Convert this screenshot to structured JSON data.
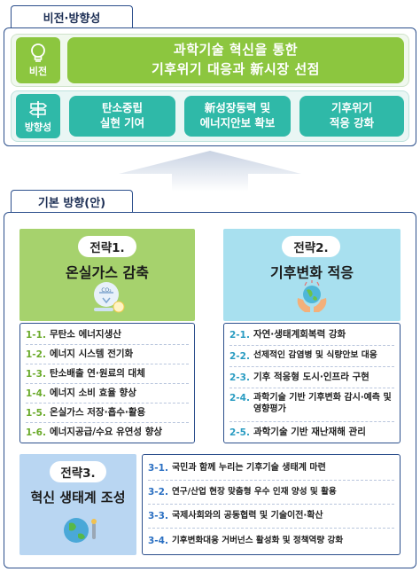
{
  "vision_section": {
    "tab_label": "비전·방향성",
    "vision": {
      "icon_label": "비전",
      "line1": "과학기술 혁신을 통한",
      "line2": "기후위기 대응과 新시장 선점"
    },
    "direction": {
      "icon_label": "방향성",
      "pills": [
        {
          "line1": "탄소중립",
          "line2": "실현 기여"
        },
        {
          "line1": "新성장동력 및",
          "line2": "에너지안보 확보"
        },
        {
          "line1": "기후위기",
          "line2": "적응 강화"
        }
      ]
    }
  },
  "basic_section": {
    "tab_label": "기본 방향(안)",
    "strategy1": {
      "label": "전략1.",
      "title": "온실가스 감축",
      "badge": "CO₂",
      "items": [
        {
          "num": "1-1.",
          "text": "무탄소 에너지생산"
        },
        {
          "num": "1-2.",
          "text": "에너지 시스템 전기화"
        },
        {
          "num": "1-3.",
          "text": "탄소배출 연·원료의 대체"
        },
        {
          "num": "1-4.",
          "text": "에너지 소비 효율 향상"
        },
        {
          "num": "1-5.",
          "text": "온실가스 저장·흡수·활용"
        },
        {
          "num": "1-6.",
          "text": "에너지공급/수요 유연성 향상"
        }
      ]
    },
    "strategy2": {
      "label": "전략2.",
      "title": "기후변화 적응",
      "items": [
        {
          "num": "2-1.",
          "text": "자연·생태계회복력 강화"
        },
        {
          "num": "2-2.",
          "text": "선제적인 감염병 및 식량안보 대응"
        },
        {
          "num": "2-3.",
          "text": "기후 적응형 도시·인프라 구현"
        },
        {
          "num": "2-4.",
          "text": "과학기술 기반 기후변화 감시·예측 및 영향평가"
        },
        {
          "num": "2-5.",
          "text": "과학기술 기반 재난재해 관리"
        }
      ]
    },
    "strategy3": {
      "label": "전략3.",
      "title": "혁신 생태계 조성",
      "items": [
        {
          "num": "3-1.",
          "text": "국민과 함께 누리는 기후기술 생태계 마련"
        },
        {
          "num": "3-2.",
          "text": "연구/산업 현장 맞춤형 우수 인재 양성 및 활용"
        },
        {
          "num": "3-3.",
          "text": "국제사회와의 공동협력 및 기술이전·확산"
        },
        {
          "num": "3-4.",
          "text": "기후변화대응 거버넌스 활성화 및 정책역량 강화"
        }
      ]
    }
  }
}
